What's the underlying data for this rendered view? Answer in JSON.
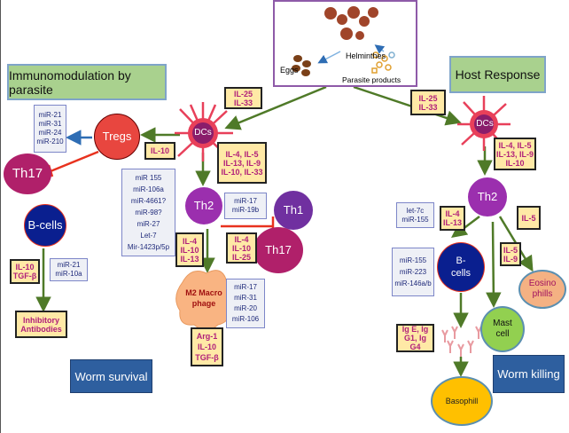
{
  "top": {
    "label": "Helminthes",
    "eggs": "Eggs",
    "products": "Parasite products"
  },
  "left": {
    "title": "Immunomodulation by parasite",
    "il25_33": [
      "IL-25",
      "IL-33"
    ],
    "dcs": "DCs",
    "tregs": "Tregs",
    "th17": "Th17",
    "bcells": "B-cells",
    "th2": "Th2",
    "th1": "Th1",
    "th17b": "Th17",
    "mir_tregs": [
      "miR-21",
      "miR-31",
      "miR-24",
      "miR-210"
    ],
    "il10": "IL-10",
    "dc_cytokines": [
      "IL-4, IL-5",
      "IL-13, IL-9",
      "IL-10, IL-33"
    ],
    "mir_list": [
      "miR 155",
      "miR-106a",
      "miR-4661?",
      "miR-98?",
      "miR-27",
      "Let-7",
      "Mir-1423p/5p"
    ],
    "mir_th2": [
      "miR-17",
      "miR-19b"
    ],
    "th2_cyt": [
      "IL-4",
      "IL-10",
      "IL-13"
    ],
    "th17_cyt": [
      "IL-4",
      "IL-10",
      "IL-25"
    ],
    "b_cyt": [
      "IL-10",
      "TGF-β"
    ],
    "b_mir": [
      "miR-21",
      "miR-10a"
    ],
    "inhibitory": [
      "Inhibitory",
      "Antibodies"
    ],
    "m2": [
      "M2 Macro",
      "phage"
    ],
    "m2_mir": [
      "miR-17",
      "miR-31",
      "miR-20",
      "miR-106"
    ],
    "m2_out": [
      "Arg-1",
      "IL-10",
      "TGF-β"
    ],
    "outcome": "Worm survival"
  },
  "right": {
    "title": "Host Response",
    "il25_33": [
      "IL-25",
      "IL-33"
    ],
    "dcs": "DCs",
    "th2": "Th2",
    "dc_cytokines": [
      "IL-4, IL-5",
      "IL-13, IL-9",
      "IL-10"
    ],
    "let7": [
      "let-7c",
      "miR-155"
    ],
    "il4_13": [
      "IL-4",
      "IL-13"
    ],
    "il5": "IL-5",
    "il5_9": [
      "IL-5",
      "IL-9"
    ],
    "b_mir": [
      "miR-155",
      "miR-223",
      "miR-146a/b"
    ],
    "bcells": "B-cells",
    "eosino": [
      "Eosino",
      "phills"
    ],
    "mast": [
      "Mast",
      "cell"
    ],
    "ig": [
      "Ig E, Ig",
      "G1, Ig G4"
    ],
    "basophill": "Basophill",
    "outcome": "Worm killing"
  },
  "colors": {
    "arrow": "#4f7a28",
    "inhibit": "#e8321e",
    "tregs": "#e8463f",
    "th2": "#9b2fae",
    "th17": "#b0206a",
    "bcell": "#0a1f8f",
    "outcome": "#2e5f9f"
  }
}
